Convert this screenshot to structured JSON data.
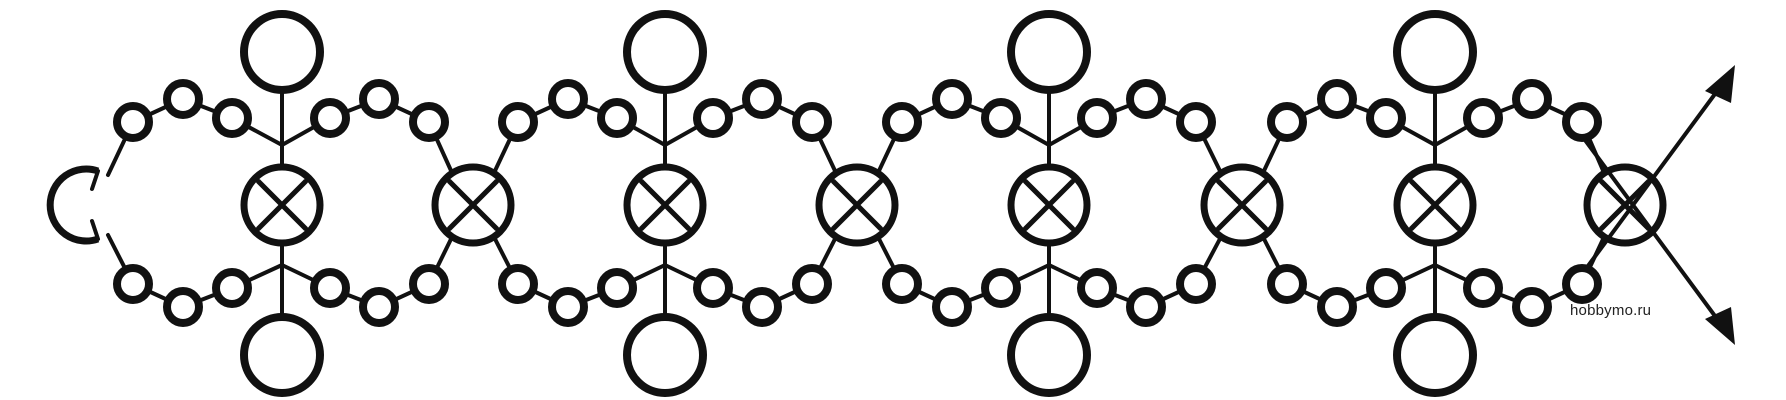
{
  "diagram": {
    "kind": "beading-scheme",
    "repeat_units": 4,
    "ink_color": "#111111",
    "background_color": "#ffffff"
  },
  "watermark": {
    "text": "hobbymo.ru"
  }
}
